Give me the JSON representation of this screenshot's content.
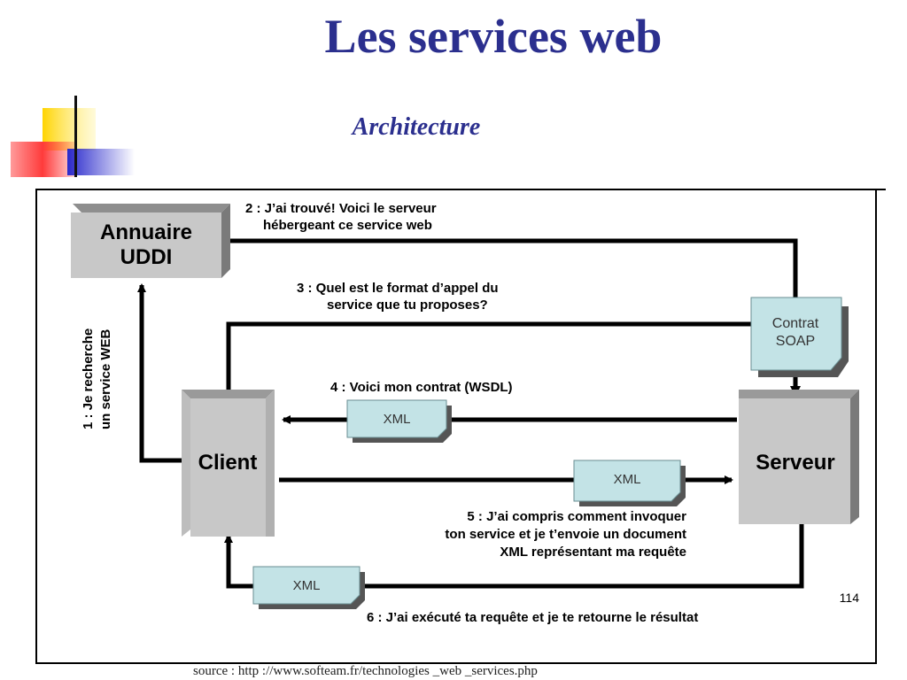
{
  "title": "Les services web",
  "subtitle": "Architecture",
  "nodes": {
    "uddi": [
      "Annuaire",
      "UDDI"
    ],
    "client": "Client",
    "serveur": "Serveur",
    "contrat": [
      "Contrat",
      "SOAP"
    ],
    "xml": "XML"
  },
  "steps": {
    "step1": [
      "1 : Je recherche",
      "un service WEB"
    ],
    "step2": [
      "2 : J’ai trouvé! Voici le serveur",
      "hébergeant ce service web"
    ],
    "step3": [
      "3 : Quel est le format d’appel du",
      "service que tu proposes?"
    ],
    "step4": "4 : Voici mon contrat (WSDL)",
    "step5": [
      "5 : J’ai compris comment invoquer",
      "ton service et je t’envoie un document",
      "XML représentant ma requête"
    ],
    "step6": "6 : J’ai exécuté ta requête et je te retourne le résultat"
  },
  "page_number": "114",
  "source": "source : http ://www.softeam.fr/technologies _web _services.php",
  "colors": {
    "title": "#2b2f8e",
    "box_gray": "#c8c8c8",
    "box_shadow": "#7a7a7a",
    "doc_fill": "#c3e3e6",
    "logo_yellow": "#ffd400",
    "logo_red": "#ff3b3b",
    "logo_blue": "#2a2acc"
  }
}
